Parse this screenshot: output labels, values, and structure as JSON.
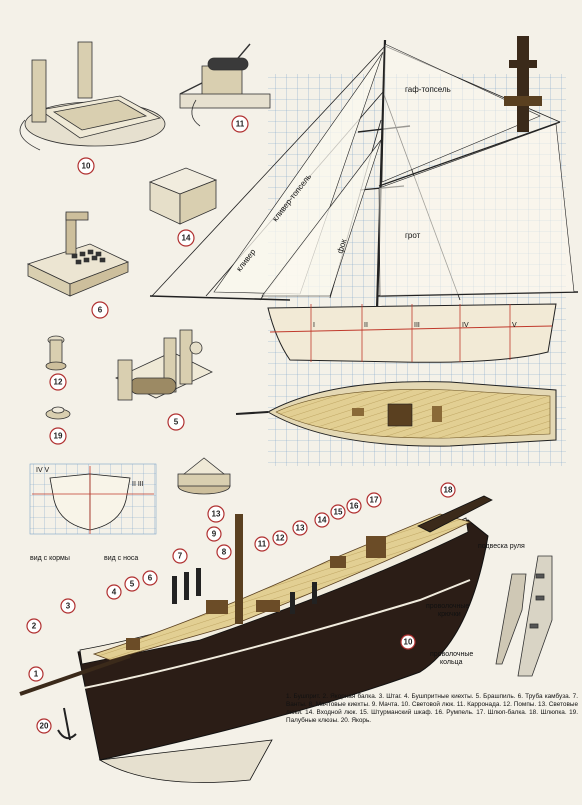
{
  "callouts": {
    "n1": "1",
    "n2": "2",
    "n3": "3",
    "n4": "4",
    "n5": "5",
    "n6": "6",
    "n7": "7",
    "n8": "8",
    "n9": "9",
    "n10": "10",
    "n11": "11",
    "n12": "12",
    "n13": "13",
    "n14": "14",
    "n15": "15",
    "n16": "16",
    "n17": "17",
    "n18": "18",
    "n19": "19",
    "n20": "20"
  },
  "sails": {
    "gaff_topsail": "гаф-топсель",
    "jib_topsail": "кливер-топсель",
    "jib": "кливер",
    "fore": "фок",
    "main": "грот"
  },
  "station_marks": [
    "I",
    "II",
    "III",
    "IV",
    "V"
  ],
  "views": {
    "stern": "вид с кормы",
    "bow": "вид с носа",
    "stern_marks": "IV  V",
    "bow_marks": "II III"
  },
  "rudder": {
    "title": "подвеска руля",
    "hooks": [
      "проволочные",
      "крючки"
    ],
    "rings": [
      "проволочные",
      "кольца"
    ]
  },
  "legend_text": "1. Бушприт. 2. Якорная балка. 3. Штаг. 4. Бушпритные киехты. 5. Брашпиль. 6. Труба камбуза. 7. Ванты. 8. Мачтовые киехты. 9. Мачта. 10. Световой люк. 11. Карронада. 12. Помпы. 13. Световые люки. 14. Входной люк. 15. Штурманский шкаф. 16. Румпель. 17. Шлюп-балка. 18. Шлюпка. 19. Палубные клюзы. 20. Якорь."
}
